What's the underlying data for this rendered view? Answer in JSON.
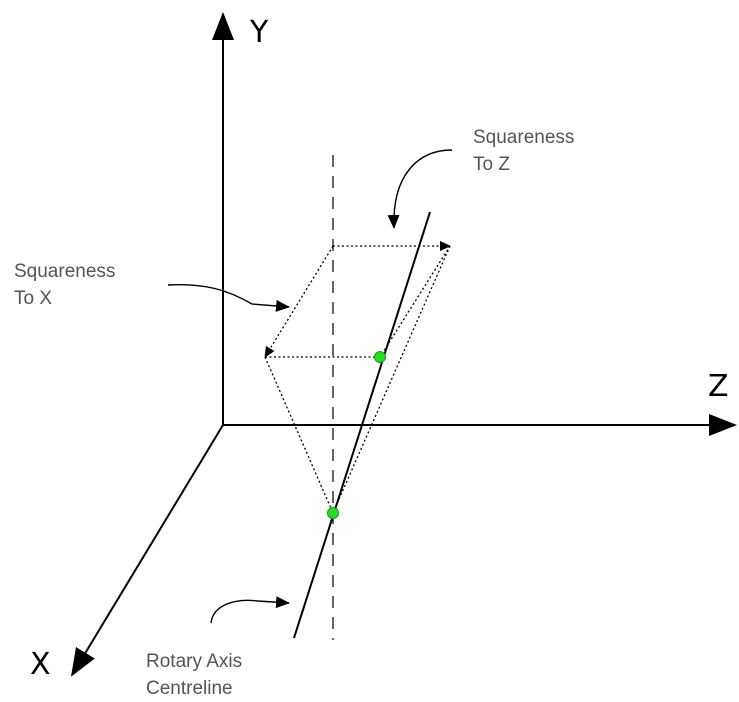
{
  "axes": {
    "y_label": "Y",
    "z_label": "Z",
    "x_label": "X"
  },
  "labels": {
    "squareness_z": [
      "Squareness",
      "To Z"
    ],
    "squareness_x": [
      "Squareness",
      "To X"
    ],
    "rotary_axis": [
      "Rotary Axis",
      "Centreline"
    ]
  },
  "colors": {
    "line": "#000000",
    "label_text": "#555555",
    "point_fill": "#22dd22"
  }
}
